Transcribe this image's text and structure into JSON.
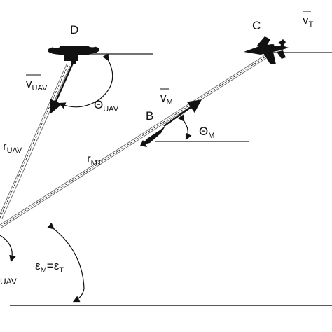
{
  "points": {
    "D": "D",
    "C": "C",
    "B": "B"
  },
  "vectors": {
    "target": {
      "symbol": "v",
      "sub": "T"
    },
    "missile": {
      "symbol": "v",
      "sub": "M"
    },
    "uav": {
      "symbol": "v",
      "sub": "UAV"
    }
  },
  "angles": {
    "theta_uav": {
      "symbol": "Θ",
      "sub": "UAV"
    },
    "theta_m": {
      "symbol": "Θ",
      "sub": "M"
    },
    "epsilon_m": {
      "symbol": "ε",
      "sub": "M"
    },
    "equals": "=",
    "epsilon_t": {
      "symbol": "ε",
      "sub": "T"
    },
    "partial_uav_sub": "UAV"
  },
  "ranges": {
    "r_uav": {
      "symbol": "r",
      "sub": "UAV"
    },
    "r_mt": {
      "symbol": "r",
      "sub": "MT"
    }
  },
  "icons": {
    "drone": "quadcopter-icon",
    "jet": "fighter-jet-icon",
    "missile": "missile-icon"
  },
  "colors": {
    "ink": "#111111",
    "guide": "#555555"
  }
}
